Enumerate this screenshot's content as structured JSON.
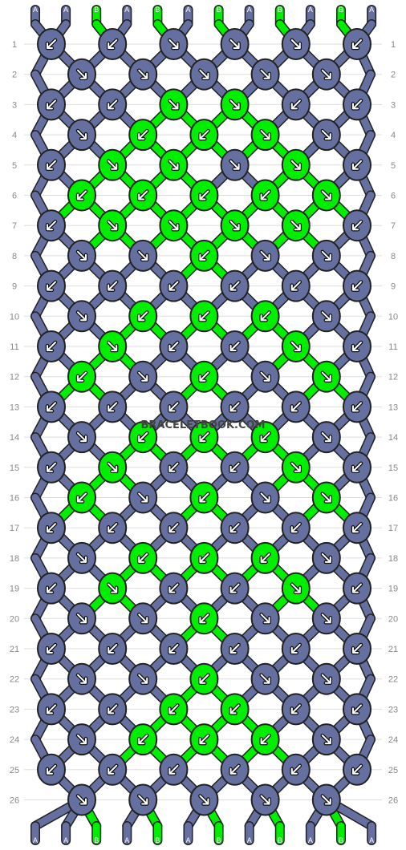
{
  "watermark": "BRACELETBOOK.COM",
  "colors": {
    "A": "#6570a0",
    "B": "#00ee00",
    "outline": "#222222",
    "grid": "#dddddd",
    "row_number": "#888888",
    "arrow": "#ffffff"
  },
  "strands": {
    "top": [
      "A",
      "A",
      "B",
      "A",
      "B",
      "A",
      "B",
      "A",
      "B",
      "A",
      "B",
      "A"
    ],
    "bottom": [
      "A",
      "A",
      "B",
      "A",
      "B",
      "A",
      "B",
      "A",
      "B",
      "A",
      "B",
      "A"
    ]
  },
  "rows": {
    "left_numbers": [
      "1",
      "2",
      "3",
      "4",
      "5",
      "6",
      "7",
      "8",
      "9",
      "10",
      "11",
      "12",
      "13",
      "14",
      "15",
      "16",
      "17",
      "18",
      "19",
      "20",
      "21",
      "22",
      "23",
      "24",
      "25",
      "26"
    ],
    "right_numbers": [
      "1",
      "2",
      "3",
      "4",
      "5",
      "6",
      "7",
      "8",
      "9",
      "10",
      "11",
      "12",
      "13",
      "14",
      "15",
      "16",
      "17",
      "18",
      "19",
      "20",
      "21",
      "22",
      "23",
      "24",
      "25",
      "26"
    ]
  },
  "knot_types": {
    "F": "forward knot (arrow down-right)",
    "B": "backward knot (arrow down-left)",
    "FB": "forward-backward knot",
    "BF": "backward-forward knot"
  },
  "knots": [
    [
      {
        "c": "A",
        "t": "B"
      },
      {
        "c": "A",
        "t": "B"
      },
      {
        "c": "A",
        "t": "F"
      },
      {
        "c": "A",
        "t": "F"
      },
      {
        "c": "A",
        "t": "F"
      },
      {
        "c": "A",
        "t": "B"
      }
    ],
    [
      {
        "c": "A",
        "t": "F"
      },
      {
        "c": "A",
        "t": "F"
      },
      {
        "c": "A",
        "t": "F"
      },
      {
        "c": "A",
        "t": "F"
      },
      {
        "c": "A",
        "t": "F"
      }
    ],
    [
      {
        "c": "A",
        "t": "B"
      },
      {
        "c": "A",
        "t": "B"
      },
      {
        "c": "B",
        "t": "F"
      },
      {
        "c": "B",
        "t": "F"
      },
      {
        "c": "A",
        "t": "B"
      },
      {
        "c": "A",
        "t": "B"
      }
    ],
    [
      {
        "c": "A",
        "t": "F"
      },
      {
        "c": "B",
        "t": "B"
      },
      {
        "c": "B",
        "t": "B"
      },
      {
        "c": "B",
        "t": "F"
      },
      {
        "c": "A",
        "t": "F"
      }
    ],
    [
      {
        "c": "A",
        "t": "B"
      },
      {
        "c": "B",
        "t": "F"
      },
      {
        "c": "B",
        "t": "F"
      },
      {
        "c": "A",
        "t": "F"
      },
      {
        "c": "B",
        "t": "F"
      },
      {
        "c": "A",
        "t": "B"
      }
    ],
    [
      {
        "c": "B",
        "t": "B"
      },
      {
        "c": "B",
        "t": "B"
      },
      {
        "c": "B",
        "t": "B"
      },
      {
        "c": "B",
        "t": "B"
      },
      {
        "c": "B",
        "t": "F"
      }
    ],
    [
      {
        "c": "A",
        "t": "B"
      },
      {
        "c": "B",
        "t": "F"
      },
      {
        "c": "B",
        "t": "F"
      },
      {
        "c": "B",
        "t": "F"
      },
      {
        "c": "B",
        "t": "F"
      },
      {
        "c": "A",
        "t": "B"
      }
    ],
    [
      {
        "c": "A",
        "t": "F"
      },
      {
        "c": "A",
        "t": "F"
      },
      {
        "c": "B",
        "t": "B"
      },
      {
        "c": "A",
        "t": "F"
      },
      {
        "c": "A",
        "t": "F"
      }
    ],
    [
      {
        "c": "A",
        "t": "B"
      },
      {
        "c": "A",
        "t": "B"
      },
      {
        "c": "A",
        "t": "B"
      },
      {
        "c": "A",
        "t": "B"
      },
      {
        "c": "A",
        "t": "B"
      },
      {
        "c": "A",
        "t": "B"
      }
    ],
    [
      {
        "c": "A",
        "t": "F"
      },
      {
        "c": "B",
        "t": "B"
      },
      {
        "c": "B",
        "t": "B"
      },
      {
        "c": "B",
        "t": "B"
      },
      {
        "c": "A",
        "t": "F"
      }
    ],
    [
      {
        "c": "A",
        "t": "B"
      },
      {
        "c": "B",
        "t": "F"
      },
      {
        "c": "A",
        "t": "B"
      },
      {
        "c": "A",
        "t": "B"
      },
      {
        "c": "B",
        "t": "F"
      },
      {
        "c": "A",
        "t": "B"
      }
    ],
    [
      {
        "c": "B",
        "t": "B"
      },
      {
        "c": "A",
        "t": "F"
      },
      {
        "c": "B",
        "t": "B"
      },
      {
        "c": "A",
        "t": "F"
      },
      {
        "c": "B",
        "t": "F"
      }
    ],
    [
      {
        "c": "A",
        "t": "B"
      },
      {
        "c": "A",
        "t": "B"
      },
      {
        "c": "A",
        "t": "B"
      },
      {
        "c": "A",
        "t": "B"
      },
      {
        "c": "A",
        "t": "B"
      },
      {
        "c": "A",
        "t": "B"
      }
    ],
    [
      {
        "c": "A",
        "t": "F"
      },
      {
        "c": "B",
        "t": "B"
      },
      {
        "c": "B",
        "t": "B"
      },
      {
        "c": "B",
        "t": "B"
      },
      {
        "c": "A",
        "t": "F"
      }
    ],
    [
      {
        "c": "A",
        "t": "B"
      },
      {
        "c": "B",
        "t": "F"
      },
      {
        "c": "A",
        "t": "B"
      },
      {
        "c": "A",
        "t": "B"
      },
      {
        "c": "B",
        "t": "F"
      },
      {
        "c": "A",
        "t": "B"
      }
    ],
    [
      {
        "c": "B",
        "t": "B"
      },
      {
        "c": "A",
        "t": "F"
      },
      {
        "c": "B",
        "t": "B"
      },
      {
        "c": "A",
        "t": "F"
      },
      {
        "c": "B",
        "t": "F"
      }
    ],
    [
      {
        "c": "A",
        "t": "B"
      },
      {
        "c": "A",
        "t": "B"
      },
      {
        "c": "A",
        "t": "B"
      },
      {
        "c": "A",
        "t": "B"
      },
      {
        "c": "A",
        "t": "B"
      },
      {
        "c": "A",
        "t": "B"
      }
    ],
    [
      {
        "c": "A",
        "t": "F"
      },
      {
        "c": "B",
        "t": "B"
      },
      {
        "c": "B",
        "t": "B"
      },
      {
        "c": "B",
        "t": "B"
      },
      {
        "c": "A",
        "t": "F"
      }
    ],
    [
      {
        "c": "A",
        "t": "B"
      },
      {
        "c": "B",
        "t": "F"
      },
      {
        "c": "A",
        "t": "B"
      },
      {
        "c": "A",
        "t": "B"
      },
      {
        "c": "B",
        "t": "F"
      },
      {
        "c": "A",
        "t": "B"
      }
    ],
    [
      {
        "c": "A",
        "t": "F"
      },
      {
        "c": "A",
        "t": "F"
      },
      {
        "c": "B",
        "t": "B"
      },
      {
        "c": "A",
        "t": "F"
      },
      {
        "c": "A",
        "t": "F"
      }
    ],
    [
      {
        "c": "A",
        "t": "B"
      },
      {
        "c": "A",
        "t": "B"
      },
      {
        "c": "A",
        "t": "B"
      },
      {
        "c": "A",
        "t": "B"
      },
      {
        "c": "A",
        "t": "B"
      },
      {
        "c": "A",
        "t": "B"
      }
    ],
    [
      {
        "c": "A",
        "t": "F"
      },
      {
        "c": "A",
        "t": "F"
      },
      {
        "c": "B",
        "t": "B"
      },
      {
        "c": "A",
        "t": "F"
      },
      {
        "c": "A",
        "t": "F"
      }
    ],
    [
      {
        "c": "A",
        "t": "B"
      },
      {
        "c": "A",
        "t": "B"
      },
      {
        "c": "B",
        "t": "B"
      },
      {
        "c": "B",
        "t": "B"
      },
      {
        "c": "A",
        "t": "B"
      },
      {
        "c": "A",
        "t": "B"
      }
    ],
    [
      {
        "c": "A",
        "t": "F"
      },
      {
        "c": "B",
        "t": "B"
      },
      {
        "c": "B",
        "t": "B"
      },
      {
        "c": "B",
        "t": "B"
      },
      {
        "c": "A",
        "t": "F"
      }
    ],
    [
      {
        "c": "A",
        "t": "B"
      },
      {
        "c": "A",
        "t": "B"
      },
      {
        "c": "A",
        "t": "B"
      },
      {
        "c": "A",
        "t": "B"
      },
      {
        "c": "A",
        "t": "B"
      },
      {
        "c": "A",
        "t": "B"
      }
    ],
    [
      {
        "c": "A",
        "t": "F"
      },
      {
        "c": "A",
        "t": "F"
      },
      {
        "c": "A",
        "t": "F"
      },
      {
        "c": "A",
        "t": "F"
      },
      {
        "c": "A",
        "t": "F"
      }
    ]
  ]
}
